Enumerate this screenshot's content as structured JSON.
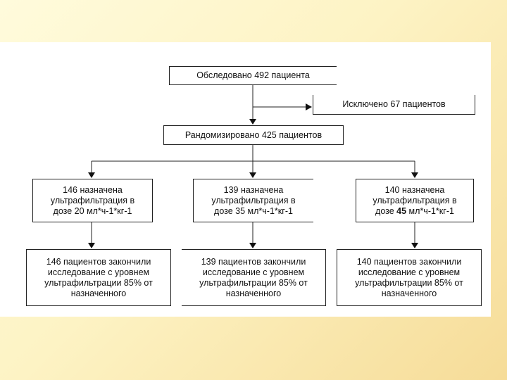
{
  "flowchart": {
    "screened": "Обследовано 492 пациента",
    "excluded": "Исключено 67 пациентов",
    "randomized": "Рандомизировано 425 пациентов",
    "arms": [
      {
        "assigned_line1": "146 назначена",
        "assigned_line2": "ультрафильтрация в",
        "assigned_line3": "дозе 20 мл*ч-1*кг-1",
        "completed_line1": "146 пациентов закончили",
        "completed_line2": "исследование с уровнем",
        "completed_line3": "ультрафильтрации 85% от",
        "completed_line4": "назначенного"
      },
      {
        "assigned_line1": "139 назначена",
        "assigned_line2": "ультрафильтрация в",
        "assigned_line3": "дозе 35 мл*ч-1*кг-1",
        "completed_line1": "139 пациентов закончили",
        "completed_line2": "исследование с уровнем",
        "completed_line3": "ультрафильтрации 85% от",
        "completed_line4": "назначенного"
      },
      {
        "assigned_line1": "140 назначена",
        "assigned_line2": "ультрафильтрация в",
        "assigned_line3_pre": "дозе ",
        "assigned_line3_dose": "45",
        "assigned_line3_post": " мл*ч-1*кг-1",
        "completed_line1": "140 пациентов закончили",
        "completed_line2": "исследование с уровнем",
        "completed_line3": "ультрафильтрации 85% от",
        "completed_line4": "назначенного"
      }
    ]
  }
}
